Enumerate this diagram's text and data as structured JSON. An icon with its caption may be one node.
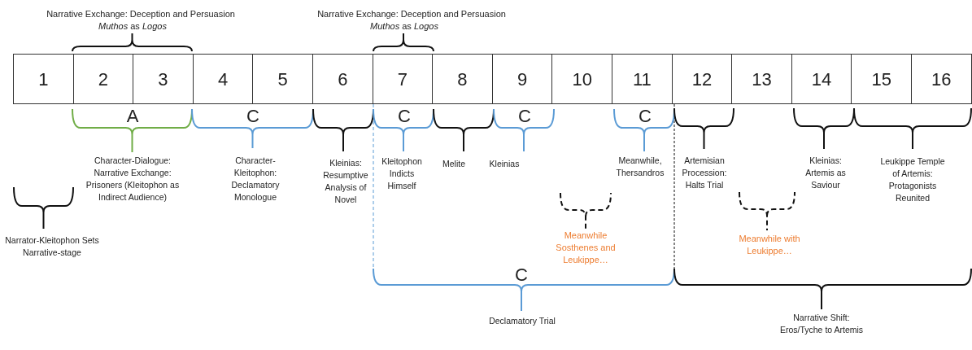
{
  "diagram": {
    "nodes": [
      {
        "text": [
          "1"
        ]
      },
      {
        "text": [
          "2"
        ]
      },
      {
        "text": [
          "3"
        ]
      },
      {
        "text": [
          "4"
        ]
      },
      {
        "text": [
          "5"
        ]
      },
      {
        "text": [
          "6"
        ]
      },
      {
        "text": [
          "7"
        ]
      },
      {
        "text": [
          "8"
        ]
      },
      {
        "text": [
          "9"
        ]
      },
      {
        "text": [
          "10"
        ]
      },
      {
        "text": [
          "11"
        ]
      },
      {
        "text": [
          "12"
        ]
      },
      {
        "text": [
          "13"
        ]
      },
      {
        "text": [
          "14"
        ]
      },
      {
        "text": [
          "15"
        ]
      },
      {
        "text": [
          "16"
        ]
      }
    ],
    "labels": [
      "Narrative Exchange: Deception and Persuasion",
      "*Muthos* as *Logos*",
      "Narrative Exchange: Deception and Persuasion",
      "*Muthos* as *Logos*",
      "A",
      "C",
      "C",
      "C",
      "C",
      "Character-Dialogue: Narrative Exchange: Prisoners (Kleitophon as Indirect Audience)",
      "Character-Kleitophon: Declamatory Monologue",
      "Kleinias: Resumptive Analysis of Novel",
      "Kleitophon Indicts Himself",
      "Melite",
      "Kleinias",
      "Meanwhile, Thersandros",
      "Artemisian Procession: Halts Trial",
      "Kleinias: Artemis as Saviour",
      "Leukippe Temple of Artemis: Protagonists Reunited",
      "Narrator-Kleitophon Sets Narrative-stage",
      "Meanwhile Sosthenes and Leukippe…",
      "Meanwhile with Leukippe…",
      "C",
      "Declamatory Trial",
      "Narrative Shift: Eros/Tyche to Artemis"
    ]
  }
}
